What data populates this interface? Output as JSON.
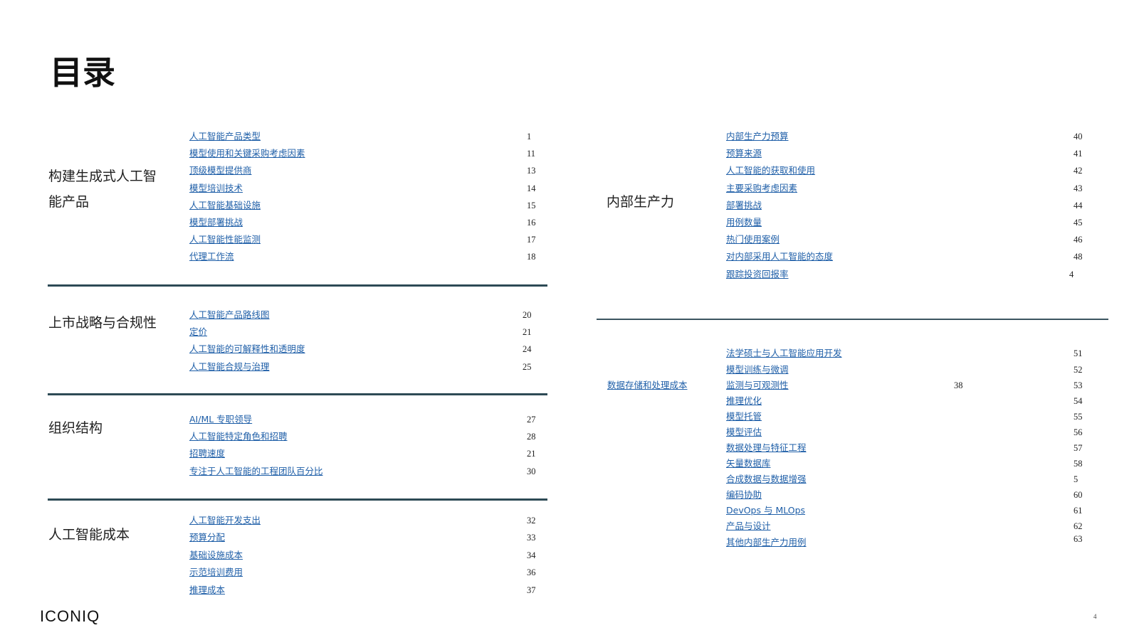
{
  "title": "目录",
  "logo": "ICONIQ",
  "slide_number": "4",
  "left_sections": [
    {
      "title": "构建生成式人工智能产品",
      "items": [
        {
          "label": "人工智能产品类型",
          "page": "1"
        },
        {
          "label": "模型使用和关键采购考虑因素",
          "page": "11"
        },
        {
          "label": "顶级模型提供商",
          "page": "13"
        },
        {
          "label": "模型培训技术",
          "page": "14"
        },
        {
          "label": "人工智能基础设施",
          "page": "15"
        },
        {
          "label": "模型部署挑战",
          "page": "16"
        },
        {
          "label": "人工智能性能监测",
          "page": "17"
        },
        {
          "label": "代理工作流",
          "page": "18"
        }
      ]
    },
    {
      "title": "上市战略与合规性",
      "items": [
        {
          "label": "人工智能产品路线图",
          "page": "20"
        },
        {
          "label": "定价",
          "page": "21"
        },
        {
          "label": "人工智能的可解释性和透明度",
          "page": "24"
        },
        {
          "label": "人工智能合规与治理",
          "page": "25"
        }
      ]
    },
    {
      "title": "组织结构",
      "items": [
        {
          "label": "AI/ML 专职领导",
          "page": "27"
        },
        {
          "label": "人工智能特定角色和招聘",
          "page": "28"
        },
        {
          "label": "招聘速度",
          "page": "21"
        },
        {
          "label": "专注于人工智能的工程团队百分比",
          "page": "30"
        }
      ]
    },
    {
      "title": "人工智能成本",
      "items": [
        {
          "label": "人工智能开发支出",
          "page": "32"
        },
        {
          "label": "预算分配",
          "page": "33"
        },
        {
          "label": "基础设施成本",
          "page": "34"
        },
        {
          "label": "示范培训费用",
          "page": "36"
        },
        {
          "label": "推理成本",
          "page": "37"
        }
      ]
    }
  ],
  "right_sections": [
    {
      "title": "内部生产力",
      "items": [
        {
          "label": "内部生产力预算",
          "page": "40"
        },
        {
          "label": "预算来源",
          "page": "41"
        },
        {
          "label": "人工智能的获取和使用",
          "page": "42"
        },
        {
          "label": "主要采购考虑因素",
          "page": "43"
        },
        {
          "label": "部署挑战",
          "page": "44"
        },
        {
          "label": "用例数量",
          "page": "45"
        },
        {
          "label": "热门使用案例",
          "page": "46"
        },
        {
          "label": "对内部采用人工智能的态度",
          "page": "48"
        },
        {
          "label": "跟踪投资回报率",
          "page": "4"
        }
      ]
    },
    {
      "title": "",
      "extra_link": {
        "label": "数据存储和处理成本",
        "page": "38"
      },
      "items": [
        {
          "label": "法学硕士与人工智能应用开发",
          "page": "51"
        },
        {
          "label": "模型训练与微调",
          "page": "52"
        },
        {
          "label": "监测与可观测性",
          "page": "53"
        },
        {
          "label": "推理优化",
          "page": "54"
        },
        {
          "label": "模型托管",
          "page": "55"
        },
        {
          "label": "模型评估",
          "page": "56"
        },
        {
          "label": "数据处理与特征工程",
          "page": "57"
        },
        {
          "label": "矢量数据库",
          "page": "58"
        },
        {
          "label": "合成数据与数据增强",
          "page": "5"
        },
        {
          "label": "编码协助",
          "page": "60"
        },
        {
          "label": "DevOps 与 MLOps",
          "page": "61"
        },
        {
          "label": "产品与设计",
          "page": "62"
        },
        {
          "label": "其他内部生产力用例",
          "page": "63"
        }
      ]
    }
  ]
}
